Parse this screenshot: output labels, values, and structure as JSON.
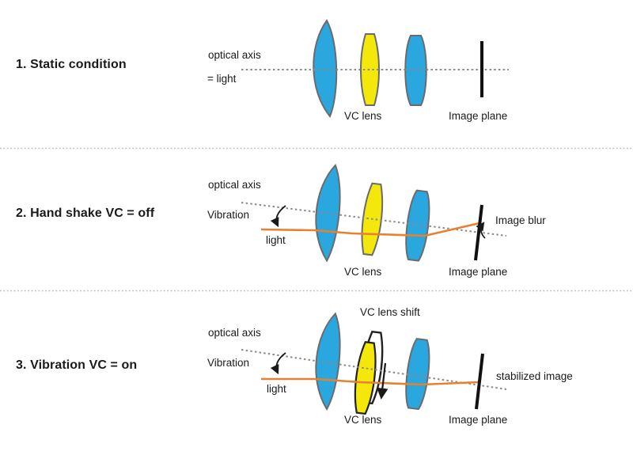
{
  "colors": {
    "lens_blue": "#2BA7E0",
    "lens_yellow": "#F3E70B",
    "ray_orange": "#E8802F",
    "lens_outline": "#6A6B6D",
    "shift_outline": "#222222",
    "axis_gray": "#8A8A8A",
    "ink_black": "#1A1A1A",
    "separator_gray": "#BDBDBD"
  },
  "rows": [
    {
      "title": "1. Static condition",
      "labels": {
        "optical_axis": "optical axis",
        "light": "= light",
        "vc_lens": "VC lens",
        "image_plane": "Image plane"
      }
    },
    {
      "title": "2. Hand shake VC = off",
      "labels": {
        "optical_axis": "optical axis",
        "vibration": "Vibration",
        "light": "light",
        "image_blur": "Image blur",
        "vc_lens": "VC lens",
        "image_plane": "Image plane"
      }
    },
    {
      "title": "3. Vibration VC = on",
      "labels": {
        "optical_axis": "optical axis",
        "vibration": "Vibration",
        "light": "light",
        "vc_lens_shift": "VC lens shift",
        "stabilized_image": "stabilized image",
        "vc_lens": "VC lens",
        "image_plane": "Image plane"
      }
    }
  ]
}
